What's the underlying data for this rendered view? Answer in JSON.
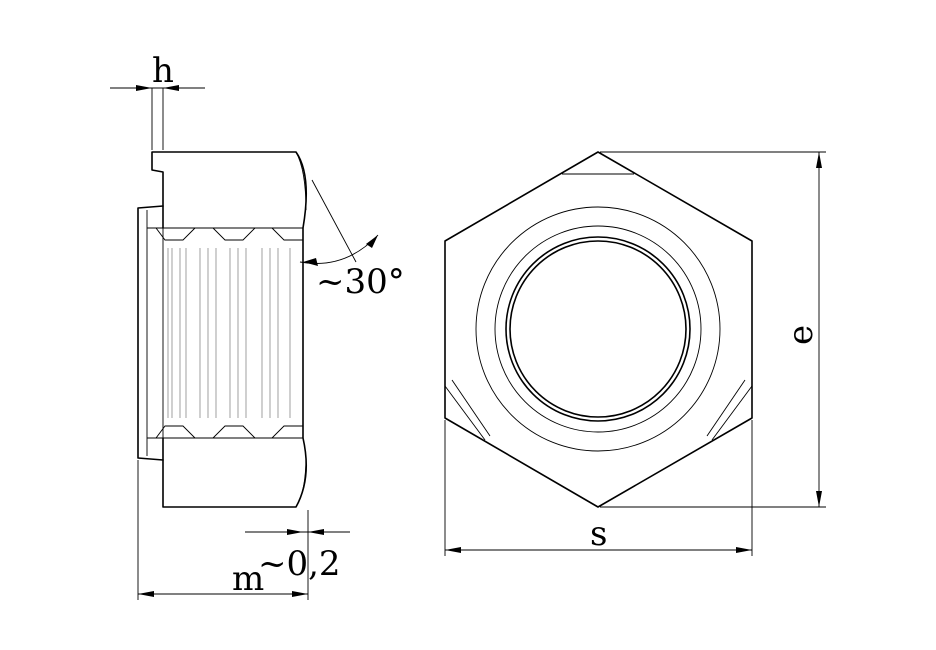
{
  "labels": {
    "h": "h",
    "m": "m",
    "tolerance": "~0,2",
    "angle": "~30°",
    "s": "s",
    "e": "e"
  }
}
